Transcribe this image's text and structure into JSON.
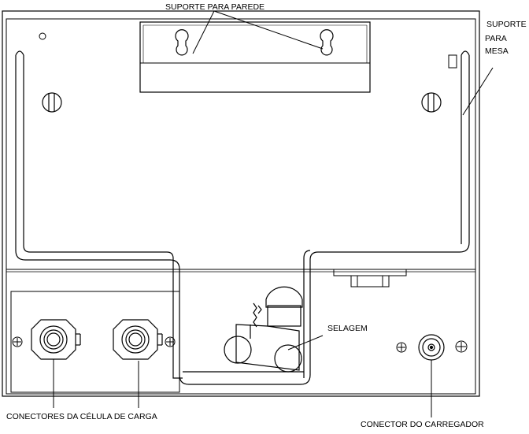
{
  "labels": {
    "wall_support": "SUPORTE PARA PAREDE",
    "table_support_1": "SUPORTE",
    "table_support_2": "PARA",
    "table_support_3": "MESA",
    "seal": "SELAGEM",
    "load_cell_connectors": "CONECTORES DA CÉLULA DE CARGA",
    "charger_connector": "CONECTOR DO CARREGADOR"
  }
}
